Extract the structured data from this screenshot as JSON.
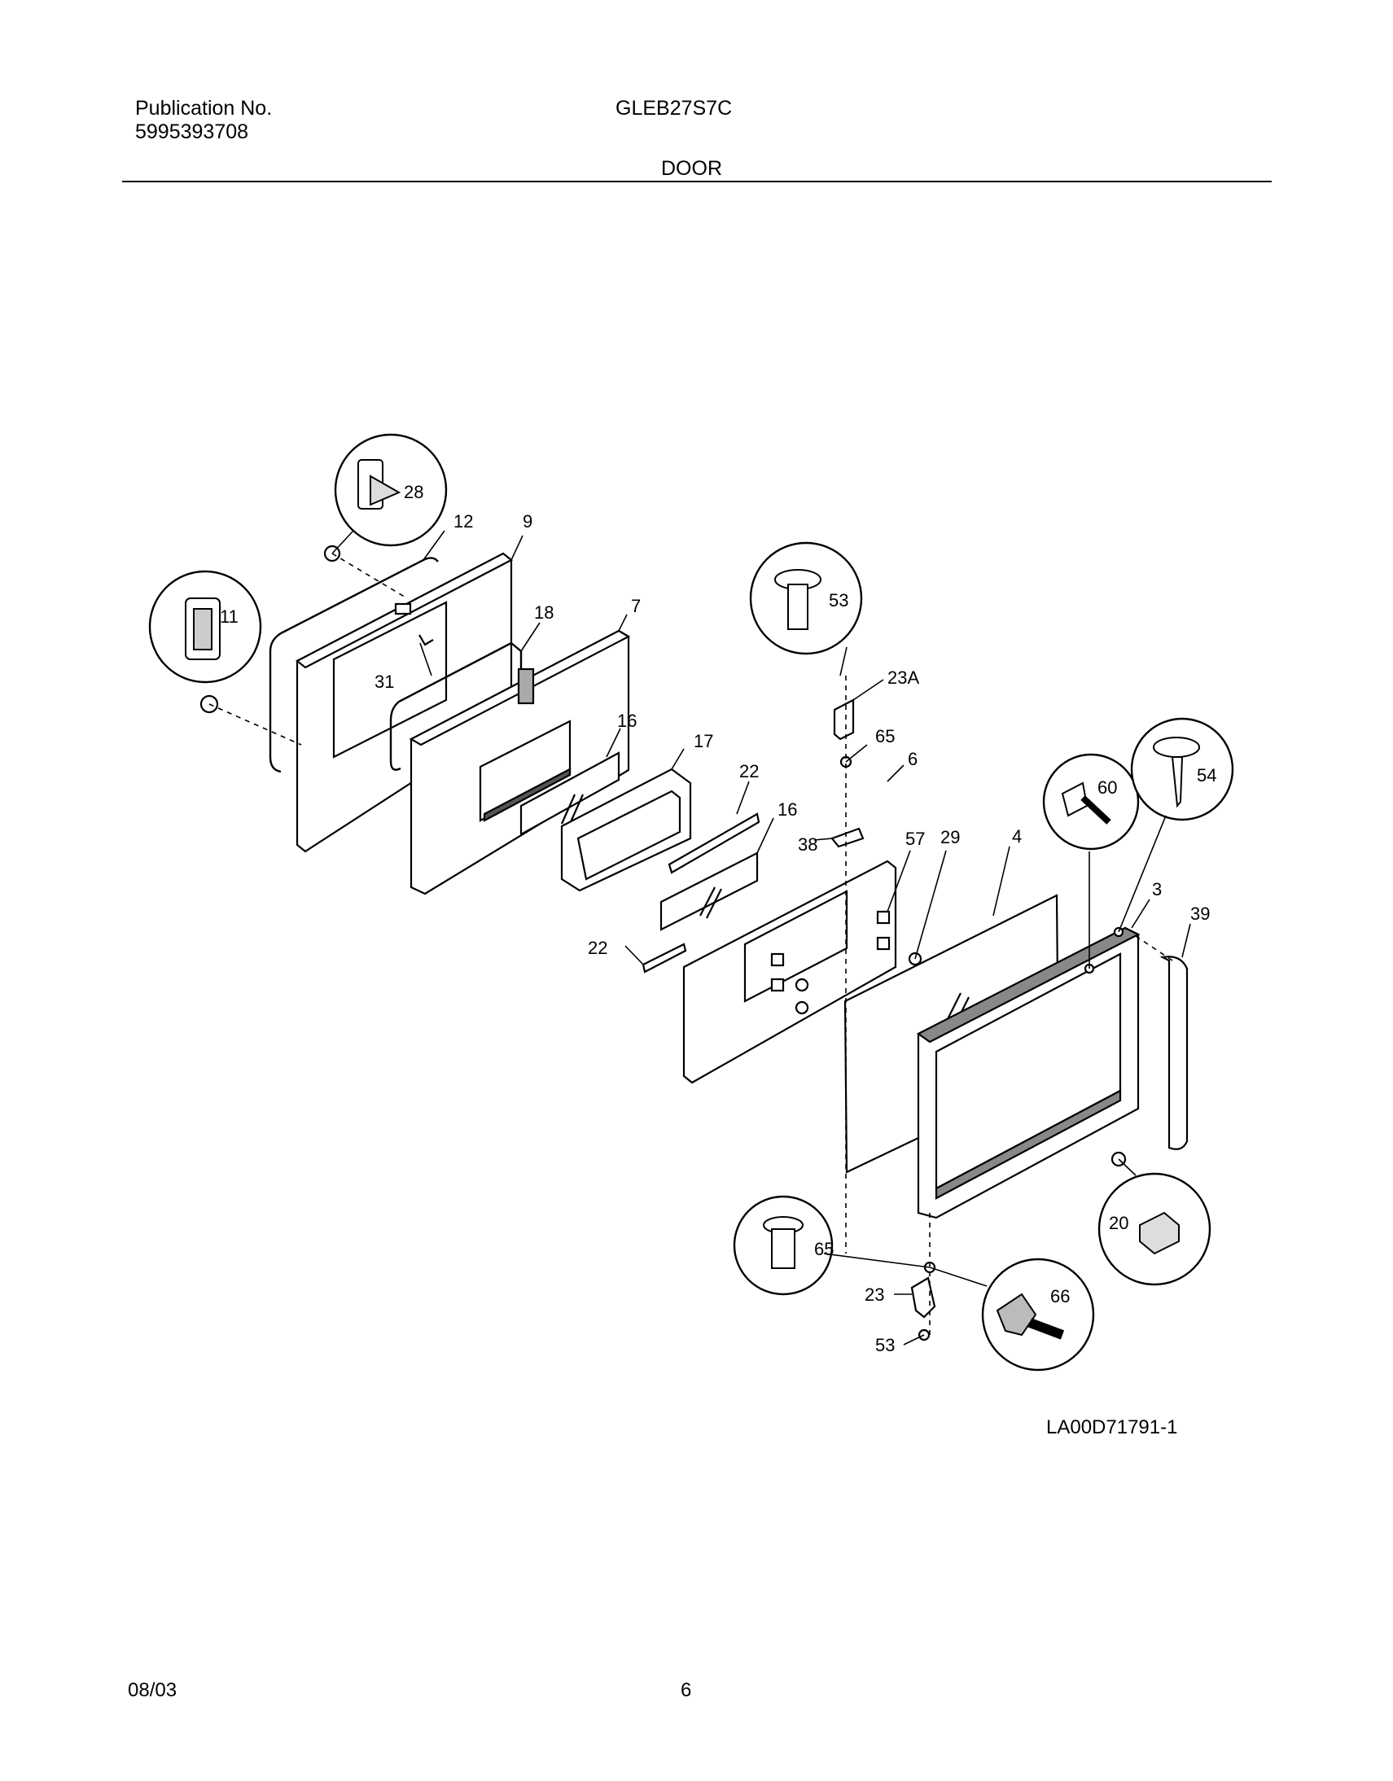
{
  "header": {
    "publication_label": "Publication No.",
    "publication_number": "5995393708",
    "model": "GLEB27S7C",
    "section": "DOOR"
  },
  "diagram": {
    "figure_code": "LA00D71791-1",
    "callouts": [
      "28",
      "12",
      "9",
      "11",
      "18",
      "7",
      "31",
      "16",
      "17",
      "22",
      "16",
      "53",
      "23A",
      "65",
      "6",
      "60",
      "54",
      "38",
      "57",
      "29",
      "4",
      "3",
      "39",
      "22",
      "20",
      "65",
      "66",
      "23",
      "53"
    ]
  },
  "footer": {
    "date": "08/03",
    "page": "6"
  }
}
